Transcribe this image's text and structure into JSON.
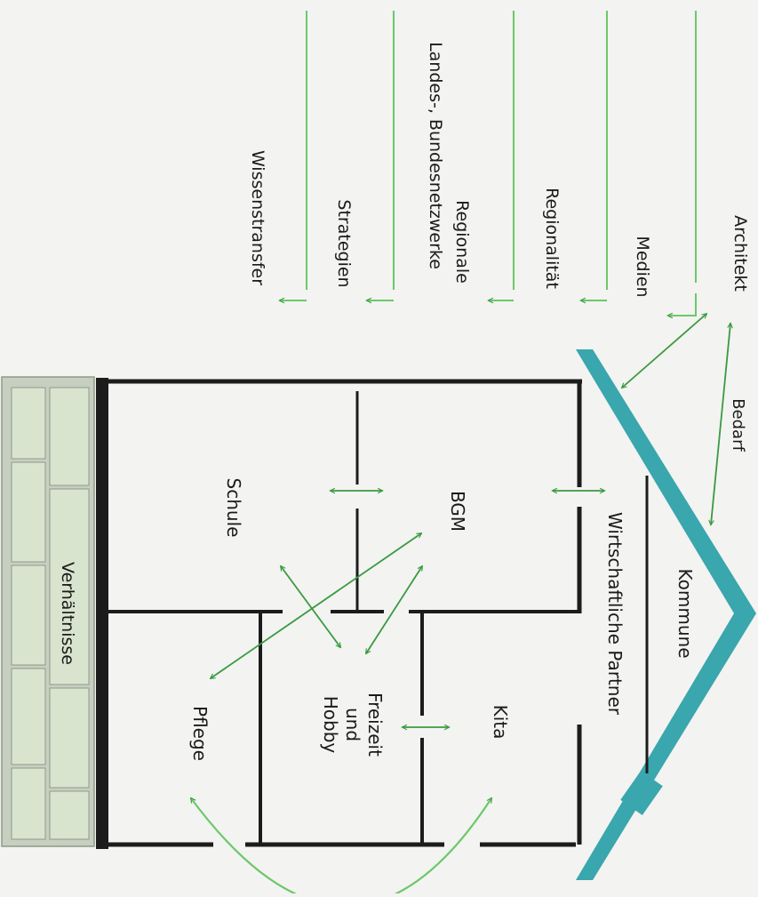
{
  "labels": {
    "architekt": "Architekt",
    "medien": "Medien",
    "regionalitaet": "Regionalität",
    "regionale_l1": "Regionale",
    "regionale_l2": "Landes-, Bundesnetzwerke",
    "strategien": "Strategien",
    "wissenstransfer": "Wissenstransfer",
    "bedarf": "Bedarf",
    "kommune": "Kommune",
    "wirtschaftliche_partner": "Wirtschaftliche Partner",
    "bgm": "BGM",
    "schule": "Schule",
    "kita": "Kita",
    "freizeit_l1": "Freizeit",
    "freizeit_l2": "und",
    "freizeit_l3": "Hobby",
    "pflege": "Pflege",
    "verhaeltnisse": "Verhältnisse"
  },
  "colors": {
    "line_green": "#6cc86a",
    "arrow_green": "#3a9a40",
    "roof": "#3aa6ad",
    "wall": "#1c1c1c",
    "brick": "#d9e4cf",
    "brick_border": "#8e9a88",
    "paper": "#f3f3f1"
  }
}
